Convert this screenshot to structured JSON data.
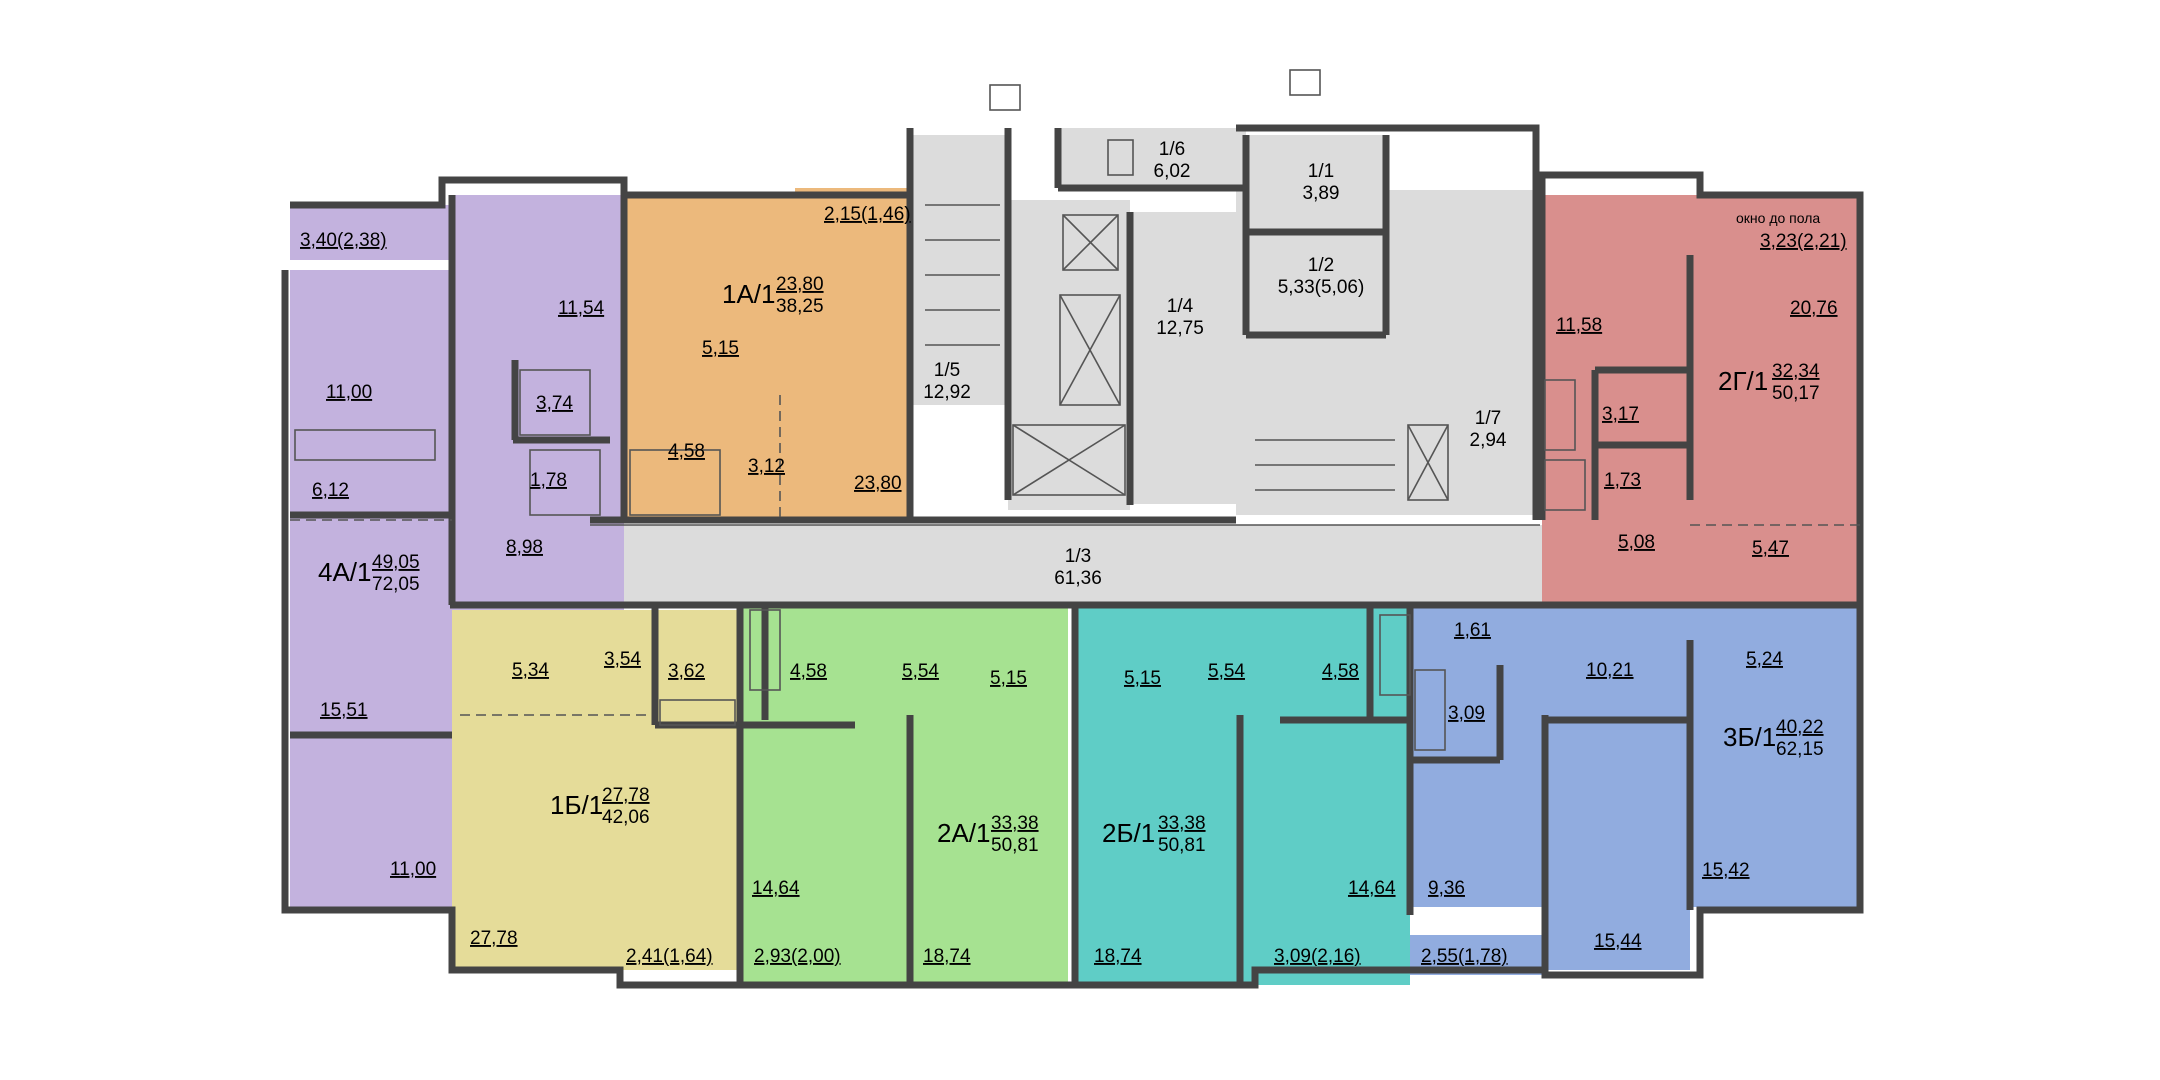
{
  "colors": {
    "apt_4a": "#c3b2de",
    "apt_1a": "#ecb97c",
    "apt_1b": "#e5dc99",
    "apt_2a": "#a6e291",
    "apt_2b": "#5fcdc6",
    "apt_3b": "#91acdf",
    "apt_2g": "#d98f8d",
    "common": "#dcdcdc",
    "wall": "#444444"
  },
  "apartments": [
    {
      "id": "4a",
      "label": "4А/1",
      "living": "49,05",
      "total": "72,05"
    },
    {
      "id": "1a",
      "label": "1А/1",
      "living": "23,80",
      "total": "38,25"
    },
    {
      "id": "1b",
      "label": "1Б/1",
      "living": "27,78",
      "total": "42,06"
    },
    {
      "id": "2a",
      "label": "2А/1",
      "living": "33,38",
      "total": "50,81"
    },
    {
      "id": "2b",
      "label": "2Б/1",
      "living": "33,38",
      "total": "50,81"
    },
    {
      "id": "3b",
      "label": "3Б/1",
      "living": "40,22",
      "total": "62,15"
    },
    {
      "id": "2g",
      "label": "2Г/1",
      "living": "32,34",
      "total": "50,17"
    }
  ],
  "rooms": {
    "r4a_balcony": "3,40(2,38)",
    "r4a_room1": "11,00",
    "r4a_kitchen": "6,12",
    "r4a_room2": "15,51",
    "r4a_room3": "11,00",
    "r4a_hall1": "11,54",
    "r4a_bath": "3,74",
    "r4a_wc": "1,78",
    "r4a_hall2": "8,98",
    "r1a_balcony": "2,15(1,46)",
    "r1a_kitchen": "5,15",
    "r1a_bath": "4,58",
    "r1a_hall": "3,12",
    "r1a_room": "23,80",
    "r1b_kitchen": "5,34",
    "r1b_hall": "3,54",
    "r1b_bath": "3,62",
    "r1b_room": "27,78",
    "r1b_balcony": "2,41(1,64)",
    "r2a_bath": "4,58",
    "r2a_hall": "5,54",
    "r2a_kitchen": "5,15",
    "r2a_room1": "14,64",
    "r2a_room2": "18,74",
    "r2a_balcony": "2,93(2,00)",
    "r2b_kitchen": "5,15",
    "r2b_hall": "5,54",
    "r2b_bath": "4,58",
    "r2b_room1": "18,74",
    "r2b_room2": "14,64",
    "r2b_balcony": "3,09(2,16)",
    "r3b_wc": "1,61",
    "r3b_hall": "10,21",
    "r3b_kitchen": "5,24",
    "r3b_bath": "3,09",
    "r3b_room1": "9,36",
    "r3b_room2": "15,44",
    "r3b_room3": "15,42",
    "r3b_balcony": "2,55(1,78)",
    "r2g_balcony": "3,23(2,21)",
    "r2g_balcony_note": "окно до пола",
    "r2g_room1": "11,58",
    "r2g_room2": "20,76",
    "r2g_bath": "3,17",
    "r2g_wc": "1,73",
    "r2g_hall": "5,08",
    "r2g_kitchen": "5,47",
    "c_1_6_id": "1/6",
    "c_1_6": "6,02",
    "c_1_1_id": "1/1",
    "c_1_1": "3,89",
    "c_1_2_id": "1/2",
    "c_1_2": "5,33(5,06)",
    "c_1_4_id": "1/4",
    "c_1_4": "12,75",
    "c_1_5_id": "1/5",
    "c_1_5": "12,92",
    "c_1_7_id": "1/7",
    "c_1_7": "2,94",
    "c_1_3_id": "1/3",
    "c_1_3": "61,36"
  }
}
